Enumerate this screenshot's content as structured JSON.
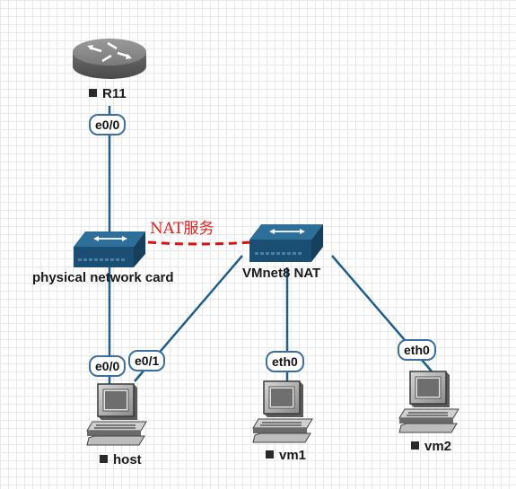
{
  "colors": {
    "link": "#1f5e8c",
    "nat_link": "#e01010",
    "switch_top": "#2d6f98",
    "switch_body": "#1a4f73",
    "iface_border": "#3a6fa0"
  },
  "nodes": {
    "router": {
      "label": "R11",
      "icon": "router-icon"
    },
    "physical_card": {
      "label": "physical network card",
      "icon": "switch-icon"
    },
    "vmnet8": {
      "label": "VMnet8 NAT",
      "icon": "switch-icon"
    },
    "host": {
      "label": "host",
      "icon": "computer-icon"
    },
    "vm1": {
      "label": "vm1",
      "icon": "computer-icon"
    },
    "vm2": {
      "label": "vm2",
      "icon": "computer-icon"
    }
  },
  "interfaces": {
    "r11_e0_0": "e0/0",
    "host_e0_0": "e0/0",
    "host_e0_1": "e0/1",
    "vm1_eth0": "eth0",
    "vm2_eth0": "eth0"
  },
  "nat_service_label": "NAT服务"
}
